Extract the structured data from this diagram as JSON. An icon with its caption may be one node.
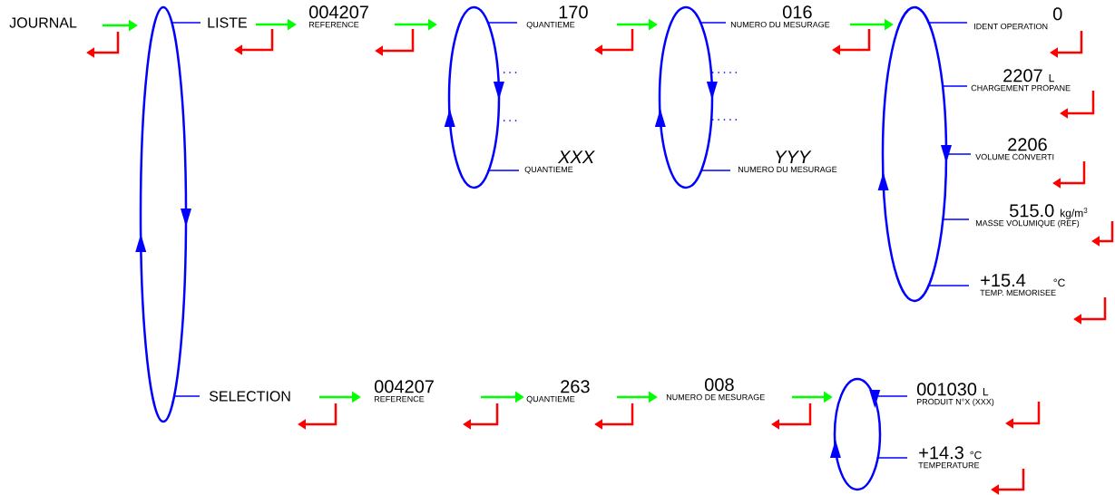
{
  "diagram": {
    "nodes": [
      {
        "text": [
          "JOURNAL"
        ]
      },
      {
        "text": [],
        "shape": "ellipse"
      },
      {
        "text": [
          "LISTE"
        ]
      },
      {
        "text": [
          "004207",
          "REFERENCE"
        ]
      },
      {
        "text": [],
        "shape": "ellipse"
      },
      {
        "text": [
          "170",
          "QUANTIEME"
        ]
      },
      {
        "text": [
          "XXX",
          "QUANTIEME"
        ]
      },
      {
        "text": [],
        "shape": "ellipse"
      },
      {
        "text": [
          "016",
          "NUMERO DU MESURAGE"
        ]
      },
      {
        "text": [
          "YYY",
          "NUMERO DU MESURAGE"
        ]
      },
      {
        "text": [],
        "shape": "ellipse"
      },
      {
        "text": [
          "0",
          "IDENT OPERATION"
        ]
      },
      {
        "text": [
          "2207",
          "L",
          "CHARGEMENT PROPANE"
        ]
      },
      {
        "text": [
          "2206",
          "VOLUME CONVERTI"
        ]
      },
      {
        "text": [
          "515.0",
          "kg/m$^{3}$",
          "MASSE VOLUMIQUE (REF)"
        ]
      },
      {
        "text": [
          "+15.4",
          "°C",
          "TEMP. MEMORISEE"
        ]
      },
      {
        "text": [
          "SELECTION"
        ]
      },
      {
        "text": [
          "004207",
          "REFERENCE"
        ]
      },
      {
        "text": [
          "263",
          "QUANTIEME"
        ]
      },
      {
        "text": [
          "008",
          "NUMERO DE MESURAGE"
        ]
      },
      {
        "text": [],
        "shape": "ellipse"
      },
      {
        "text": [
          "001030",
          "L",
          "PRODUIT N°X (XXX)"
        ]
      },
      {
        "text": [
          "+14.3",
          "°C",
          "TEMPERATURE"
        ]
      }
    ],
    "edges": [
      {
        "from": 0,
        "to": 1,
        "arrow": "to",
        "color": "#00ff00"
      },
      {
        "from": 1,
        "to": 2,
        "arrow": "none"
      },
      {
        "from": 2,
        "to": 3,
        "arrow": "to",
        "color": "#00ff00"
      },
      {
        "from": 3,
        "to": 4,
        "arrow": "to",
        "color": "#00ff00"
      },
      {
        "from": 4,
        "to": 5,
        "arrow": "none"
      },
      {
        "from": 4,
        "to": 6,
        "arrow": "none"
      },
      {
        "from": 5,
        "to": 7,
        "arrow": "to",
        "color": "#00ff00"
      },
      {
        "from": 7,
        "to": 8,
        "arrow": "none"
      },
      {
        "from": 7,
        "to": 9,
        "arrow": "none"
      },
      {
        "from": 8,
        "to": 10,
        "arrow": "to",
        "color": "#00ff00"
      },
      {
        "from": 10,
        "to": 11,
        "arrow": "none"
      },
      {
        "from": 10,
        "to": 12,
        "arrow": "none"
      },
      {
        "from": 10,
        "to": 13,
        "arrow": "none"
      },
      {
        "from": 10,
        "to": 14,
        "arrow": "none"
      },
      {
        "from": 10,
        "to": 15,
        "arrow": "none"
      },
      {
        "from": 1,
        "to": 16,
        "arrow": "none"
      },
      {
        "from": 16,
        "to": 17,
        "arrow": "to",
        "color": "#00ff00"
      },
      {
        "from": 17,
        "to": 18,
        "arrow": "to",
        "color": "#00ff00"
      },
      {
        "from": 18,
        "to": 19,
        "arrow": "to",
        "color": "#00ff00"
      },
      {
        "from": 19,
        "to": 20,
        "arrow": "to",
        "color": "#00ff00"
      },
      {
        "from": 20,
        "to": 21,
        "arrow": "none"
      },
      {
        "from": 20,
        "to": 22,
        "arrow": "none"
      }
    ]
  }
}
